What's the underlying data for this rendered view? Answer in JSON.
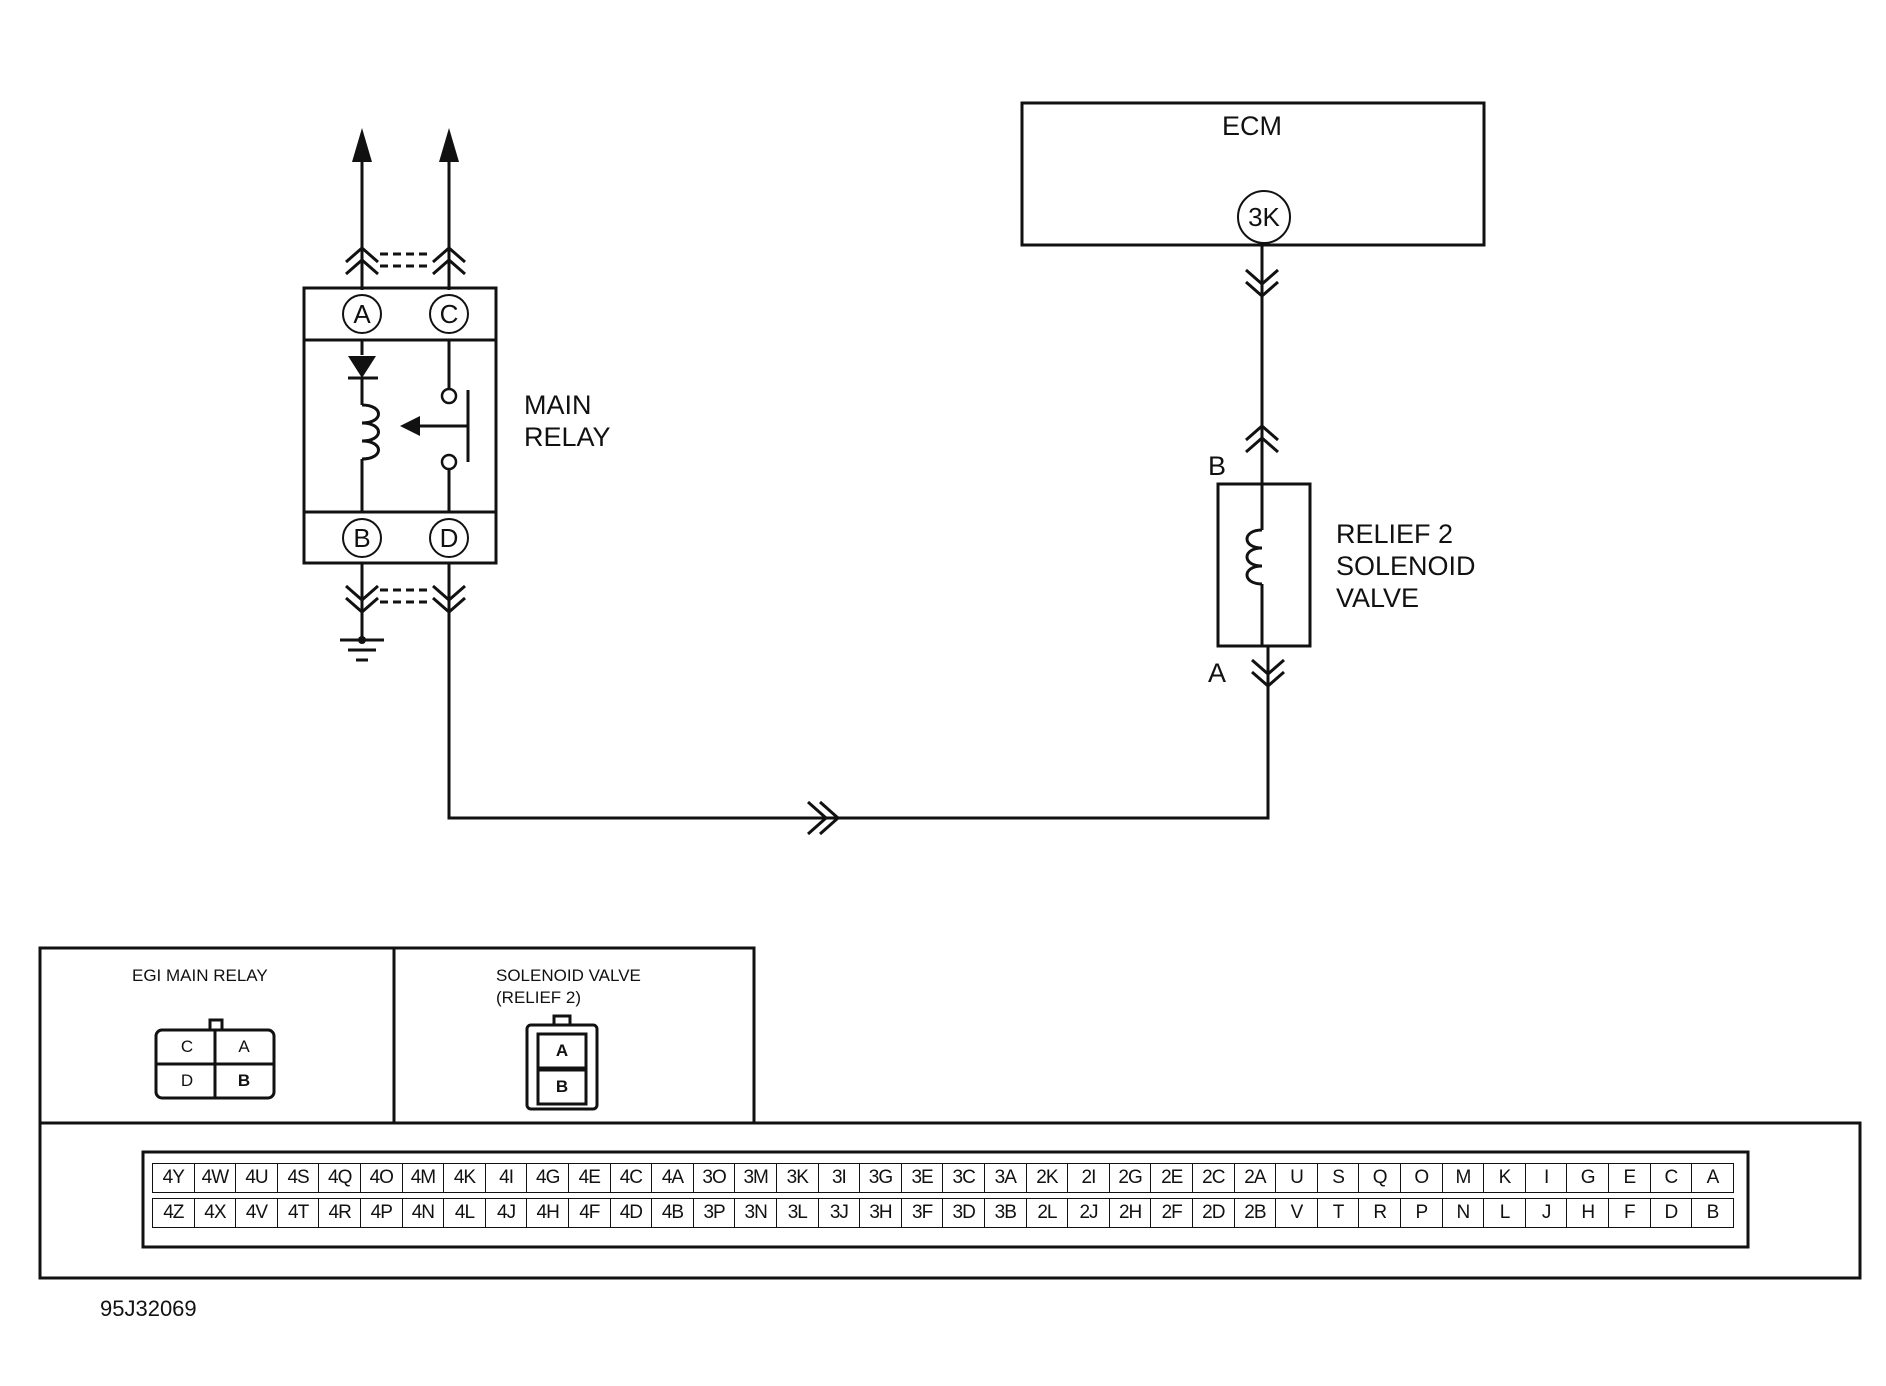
{
  "ecm": {
    "label": "ECM",
    "pin": "3K"
  },
  "main_relay": {
    "label_line1": "MAIN",
    "label_line2": "RELAY",
    "pins": {
      "top_left": "A",
      "top_right": "C",
      "bottom_left": "B",
      "bottom_right": "D"
    }
  },
  "solenoid": {
    "label_line1": "RELIEF 2",
    "label_line2": "SOLENOID",
    "label_line3": "VALVE",
    "terminal_top": "B",
    "terminal_bottom": "A"
  },
  "connectors": {
    "egi_main_relay": {
      "title": "EGI MAIN RELAY",
      "cells": {
        "top_left": "C",
        "top_right": "A",
        "bottom_left": "D",
        "bottom_right": "B"
      }
    },
    "solenoid_valve": {
      "title_line1": "SOLENOID VALVE",
      "title_line2": "(RELIEF 2)",
      "cells": {
        "top": "A",
        "bottom": "B"
      }
    }
  },
  "ecm_terminals": {
    "top_row": [
      "4Y",
      "4W",
      "4U",
      "4S",
      "4Q",
      "4O",
      "4M",
      "4K",
      "4I",
      "4G",
      "4E",
      "4C",
      "4A",
      "3O",
      "3M",
      "3K",
      "3I",
      "3G",
      "3E",
      "3C",
      "3A",
      "2K",
      "2I",
      "2G",
      "2E",
      "2C",
      "2A",
      "U",
      "S",
      "Q",
      "O",
      "M",
      "K",
      "I",
      "G",
      "E",
      "C",
      "A"
    ],
    "bottom_row": [
      "4Z",
      "4X",
      "4V",
      "4T",
      "4R",
      "4P",
      "4N",
      "4L",
      "4J",
      "4H",
      "4F",
      "4D",
      "4B",
      "3P",
      "3N",
      "3L",
      "3J",
      "3H",
      "3F",
      "3D",
      "3B",
      "2L",
      "2J",
      "2H",
      "2F",
      "2D",
      "2B",
      "V",
      "T",
      "R",
      "P",
      "N",
      "L",
      "J",
      "H",
      "F",
      "D",
      "B"
    ]
  },
  "figure_id": "95J32069"
}
